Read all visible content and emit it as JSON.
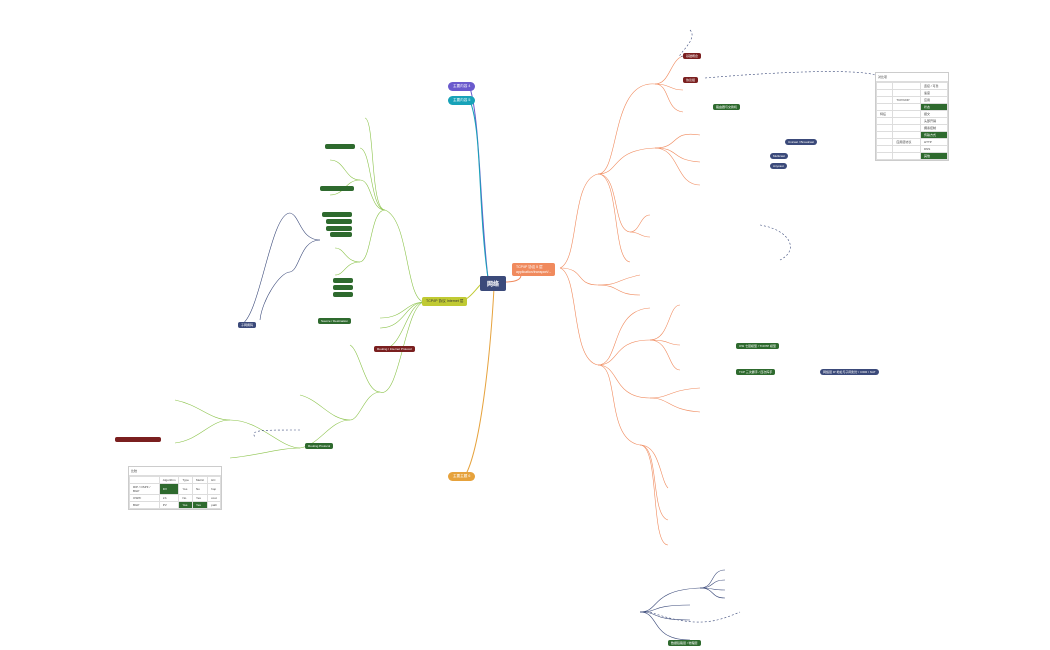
{
  "map": {
    "root": "网络",
    "left_topics": [
      "主要内容 4",
      "主要内容 5"
    ],
    "bottom_topic": "主要主题 6",
    "main_right": "TCP/IP 协议 5 层\napplication/transport/...",
    "main_left": "TCP/IP 协议 Internet 层",
    "left_red": "Routing / Internet Protocol",
    "left_green": "Routing Protocol",
    "left_pill_1": "Source / Destination",
    "left_pill_2": "子网掩码",
    "right_dark_1": "基础概念",
    "right_dark_2": "协议组",
    "right_green_1": "路由器与交换机",
    "right_blue_pill_1": "Unicast / Broadcast",
    "right_blue_pill_2": "Multicast",
    "right_blue_pill_3": "Anycast",
    "right_blue_long": "网络层 IP 地址与子网划分 / CIDR / NAT",
    "right_green_2": "OSI 七层模型 / TCP/IP 模型",
    "right_green_3": "TCP 三次握手 / 四次挥手",
    "right_bottom_green": "数据链路层 / 物理层"
  },
  "right_table": {
    "header": "对比项",
    "rows": [
      {
        "a": "",
        "b": "",
        "c": "连接 / 可靠"
      },
      {
        "a": "",
        "b": "",
        "c": "速度"
      },
      {
        "a": "",
        "b": "TCP/UDP",
        "c": "应用"
      },
      {
        "a": "",
        "b": "",
        "c": "状态"
      },
      {
        "a": "特征",
        "b": "",
        "c": "报文"
      },
      {
        "a": "",
        "b": "",
        "c": "头部开销"
      },
      {
        "a": "",
        "b": "",
        "c": "拥塞控制"
      },
      {
        "a": "",
        "b": "",
        "c": "传输方式"
      },
      {
        "a": "",
        "b": "应用层协议",
        "c": "HTTP"
      },
      {
        "a": "",
        "b": "",
        "c": "DNS"
      },
      {
        "a": "",
        "b": "",
        "c": "其他"
      }
    ]
  },
  "left_table": {
    "title": "比较",
    "headers": [
      "",
      "Algorithm",
      "Type",
      "Metric",
      "HC"
    ],
    "rows": [
      [
        "RIP / OSPF / BGP",
        "DV",
        "Yes",
        "No",
        "hop"
      ],
      [
        "OSPF",
        "LS",
        "No",
        "Yes",
        "cost"
      ],
      [
        "BGP",
        "PV",
        "Yes",
        "Yes",
        "path"
      ]
    ]
  },
  "colors": {
    "right_branch": "#f08a5d",
    "left_branch": "#8bc34a",
    "upper_left_branch": "#3b4a7a",
    "dark_green": "#2e6a2e",
    "dark_red": "#7a1f1f",
    "navy": "#3b4a7a",
    "topic4": "#6a5acd",
    "topic5": "#17a2b8",
    "topic6": "#e6a23c",
    "root": "#3b4a7a"
  }
}
